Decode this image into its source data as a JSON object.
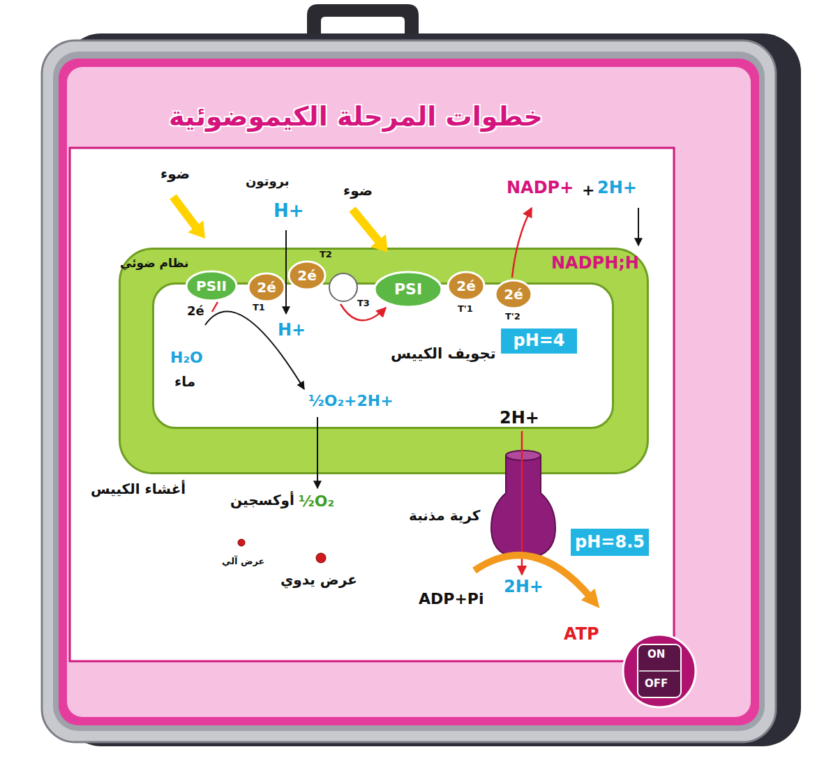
{
  "diagram": {
    "title": "خطوات المرحلة الكيموضوئية",
    "nodes": [
      {
        "text": [
          "أغشاء الكييس"
        ]
      },
      {
        "text": [
          "تجويف الكييس"
        ],
        "in": 0
      },
      {
        "text": [
          "PSII"
        ],
        "in": 0
      },
      {
        "text": [
          "2é"
        ],
        "in": 0
      },
      {
        "text": [
          "2é"
        ],
        "in": 0
      },
      {
        "text": [
          "PSI"
        ],
        "in": 0
      },
      {
        "text": [
          "2é"
        ],
        "in": 0
      },
      {
        "text": [
          "2é"
        ],
        "in": 0
      },
      {
        "text": [
          "pH=4"
        ],
        "in": 1
      },
      {
        "text": [
          "كرية مذنبة"
        ]
      },
      {
        "text": [
          "pH=8.5"
        ]
      }
    ],
    "labels": [
      "ضوء",
      "بروتون",
      "H+",
      "ضوء",
      "NADP+",
      "+",
      "2H+",
      "NADPH;H",
      "نظام ضوئي",
      "T1",
      "T2",
      "T3",
      "T'1",
      "T'2",
      "2é",
      "H+",
      "H₂O",
      "ماء",
      "½O₂+2H+",
      "2H+",
      "½O₂",
      "أوكسجين",
      "2H+",
      "ADP+Pi",
      "ATP",
      "عرض آلي",
      "عرض يدوي",
      "ON",
      "OFF"
    ]
  }
}
